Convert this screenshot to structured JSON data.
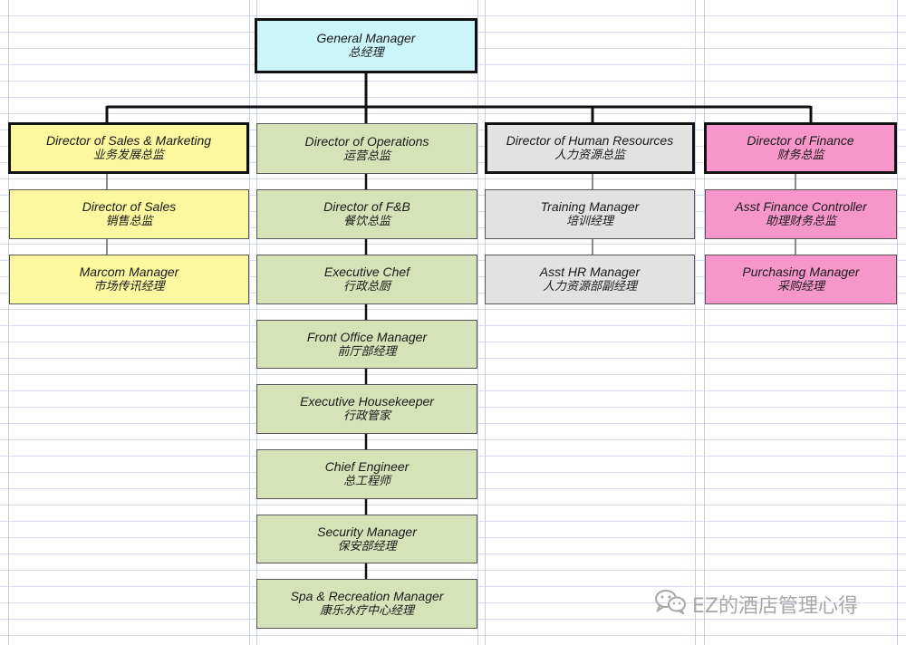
{
  "org_chart": {
    "root": {
      "title": "General Manager",
      "title_zh": "总经理"
    },
    "sales_marketing": {
      "head": {
        "title": "Director of Sales & Marketing",
        "title_zh": "业务发展总监"
      },
      "reports": [
        {
          "title": "Director of Sales",
          "title_zh": "销售总监"
        },
        {
          "title": "Marcom Manager",
          "title_zh": "市场传讯经理"
        }
      ]
    },
    "operations": {
      "head": {
        "title": "Director of Operations",
        "title_zh": "运营总监"
      },
      "reports": [
        {
          "title": "Director of F&B",
          "title_zh": "餐饮总监"
        },
        {
          "title": "Executive Chef",
          "title_zh": "行政总厨"
        },
        {
          "title": "Front Office Manager",
          "title_zh": "前厅部经理"
        },
        {
          "title": "Executive Housekeeper",
          "title_zh": "行政管家"
        },
        {
          "title": "Chief Engineer",
          "title_zh": "总工程师"
        },
        {
          "title": "Security Manager",
          "title_zh": "保安部经理"
        },
        {
          "title": "Spa & Recreation Manager",
          "title_zh": "康乐水疗中心经理"
        }
      ]
    },
    "human_resources": {
      "head": {
        "title": "Director of Human Resources",
        "title_zh": "人力资源总监"
      },
      "reports": [
        {
          "title": "Training Manager",
          "title_zh": "培训经理"
        },
        {
          "title": "Asst HR Manager",
          "title_zh": "人力资源部副经理"
        }
      ]
    },
    "finance": {
      "head": {
        "title": "Director of Finance",
        "title_zh": "财务总监"
      },
      "reports": [
        {
          "title": "Asst Finance Controller",
          "title_zh": "助理财务总监"
        },
        {
          "title": "Purchasing Manager",
          "title_zh": "采购经理"
        }
      ]
    }
  },
  "watermark": {
    "text": "EZ的酒店管理心得",
    "icon": "wechat-icon"
  },
  "colors": {
    "general_manager": "#ccf5f8",
    "sales_marketing": "#fbf8a0",
    "operations": "#d6e3b8",
    "human_resources": "#e2e2e2",
    "finance": "#f797c9"
  }
}
